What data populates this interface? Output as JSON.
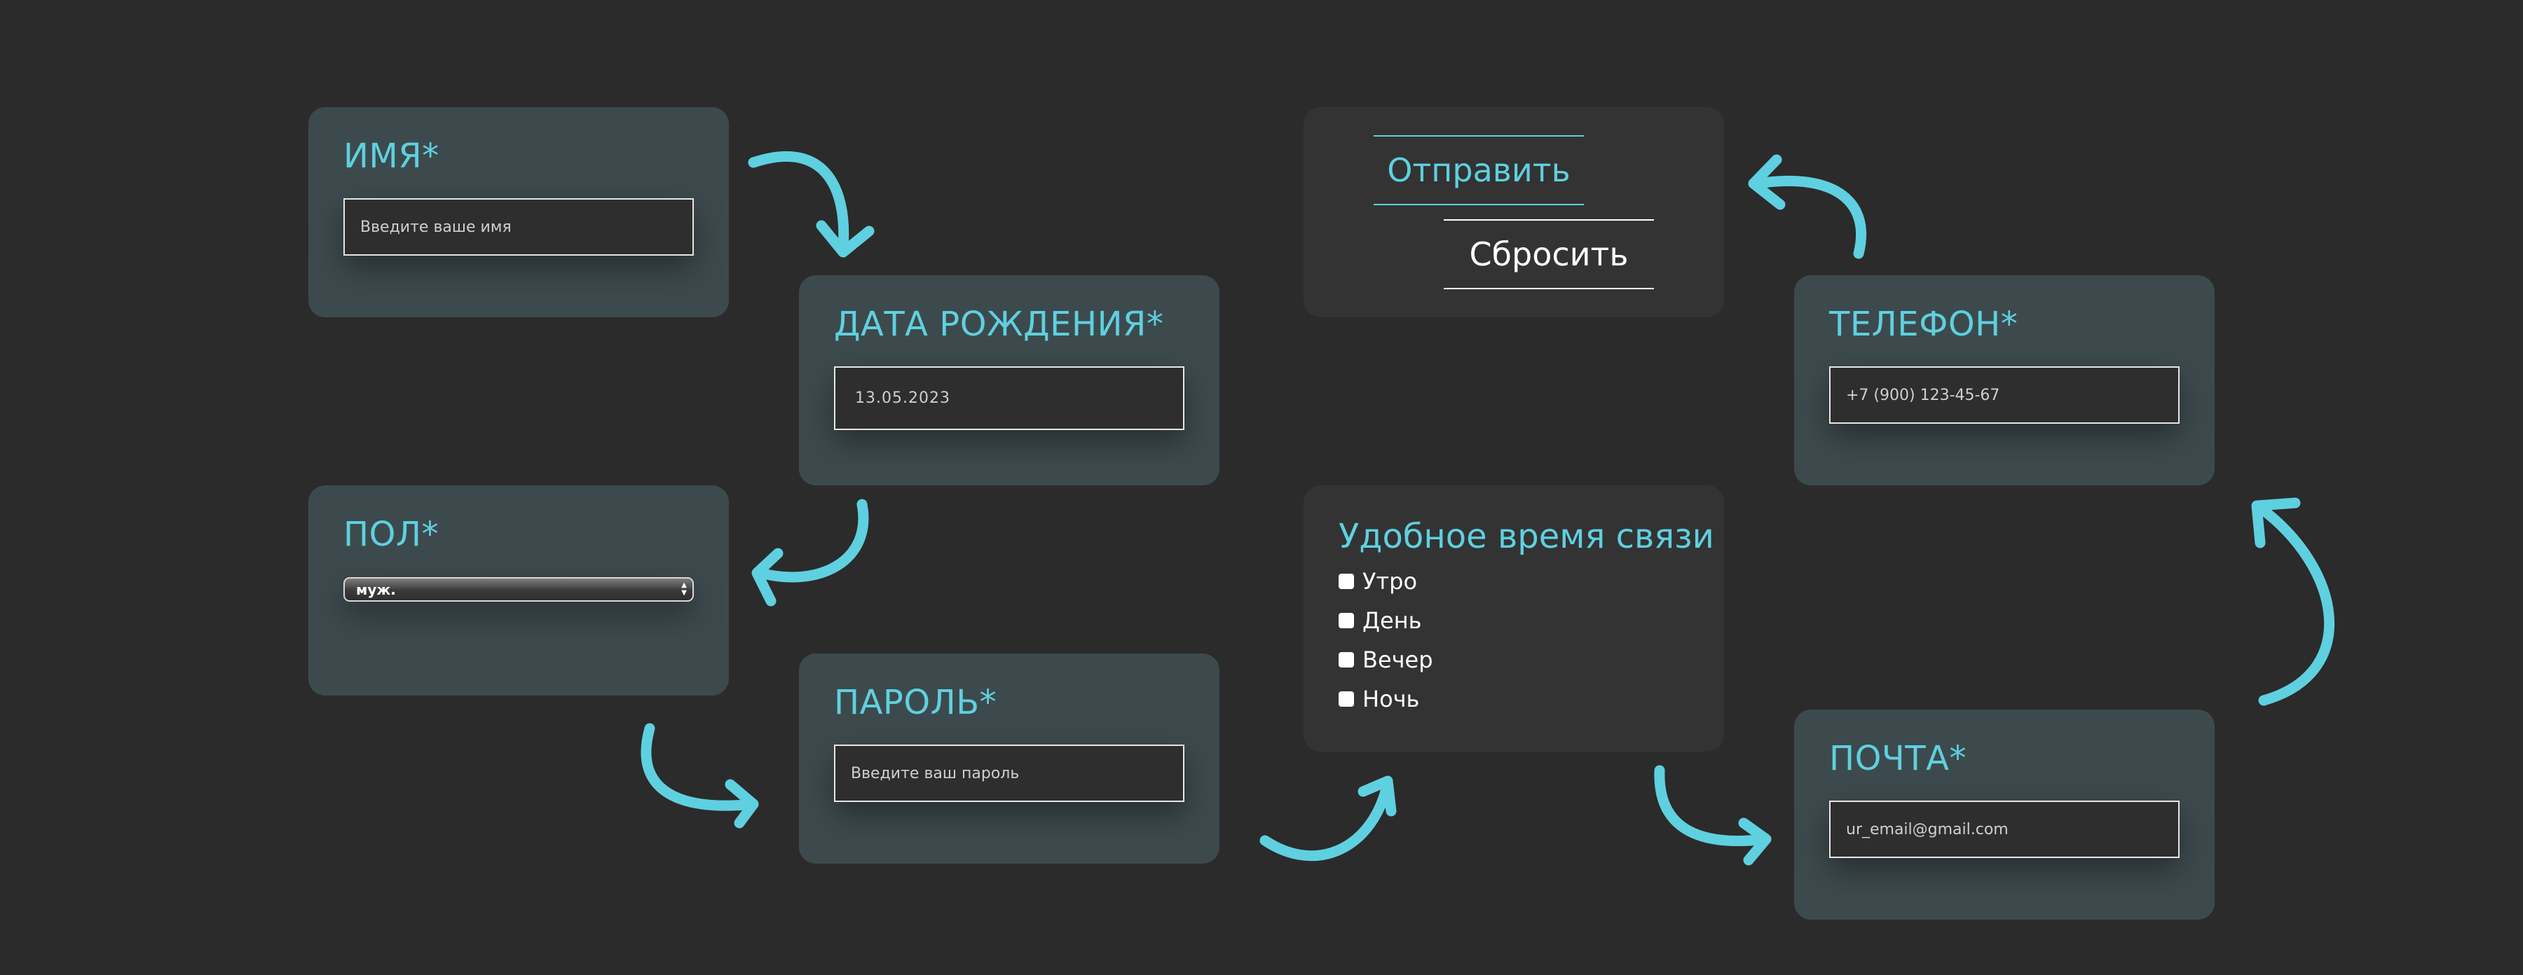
{
  "colors": {
    "background": "#2b2b2b",
    "card": "#3d4a4d",
    "card_plain": "#333333",
    "accent": "#5fd0e0",
    "text": "#ffffff"
  },
  "form": {
    "name": {
      "label": "ИМЯ*",
      "placeholder": "Введите ваше имя"
    },
    "birthdate": {
      "label": "ДАТА РОЖДЕНИЯ*",
      "value": "13.05.2023"
    },
    "gender": {
      "label": "ПОЛ*",
      "selected": "муж."
    },
    "password": {
      "label": "ПАРОЛЬ*",
      "placeholder": "Введите ваш пароль"
    },
    "contact_time": {
      "title": "Удобное время связи",
      "options": [
        "Утро",
        "День",
        "Вечер",
        "Ночь"
      ]
    },
    "email": {
      "label": "ПОЧТА*",
      "placeholder": "ur_email@gmail.com"
    },
    "phone": {
      "label": "ТЕЛЕФОН*",
      "placeholder": "+7 (900) 123-45-67"
    },
    "actions": {
      "submit_label": "Отправить",
      "reset_label": "Сбросить"
    }
  },
  "icons": {
    "chevron_up": "▲",
    "chevron_down": "▼",
    "flow_arrow": "curved-arrow-icon"
  }
}
